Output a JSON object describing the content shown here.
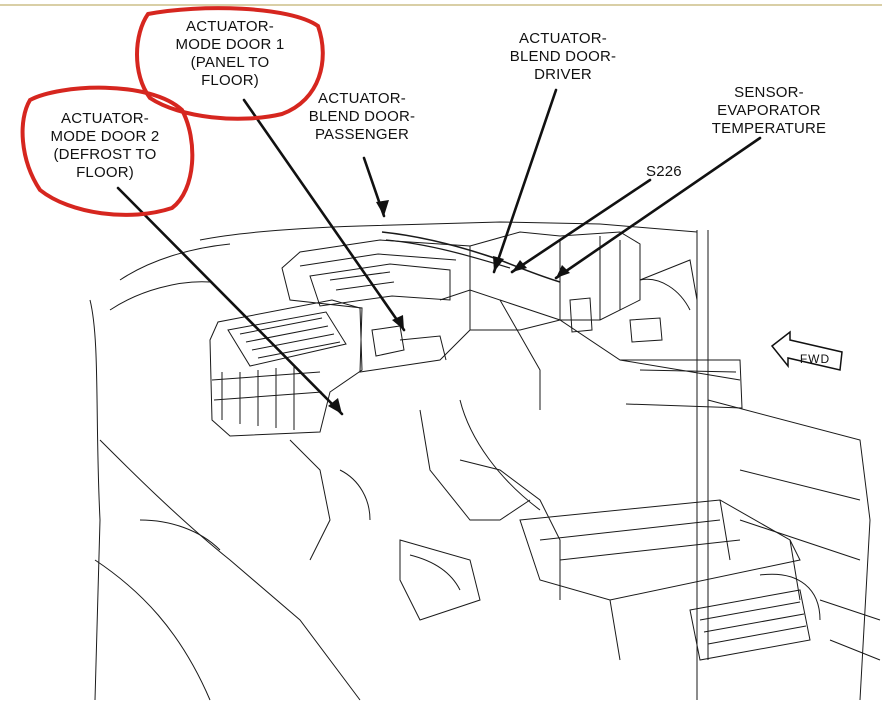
{
  "diagram": {
    "labels": {
      "mode_door_1": "ACTUATOR-\nMODE DOOR 1\n(PANEL TO\nFLOOR)",
      "mode_door_2": "ACTUATOR-\nMODE DOOR 2\n(DEFROST TO\nFLOOR)",
      "blend_passenger": "ACTUATOR-\nBLEND DOOR-\nPASSENGER",
      "blend_driver": "ACTUATOR-\nBLEND DOOR-\nDRIVER",
      "sensor_evap": "SENSOR-\nEVAPORATOR\nTEMPERATURE",
      "connector": "S226",
      "fwd": "FWD"
    },
    "highlight_color": "#d6261f",
    "line_color": "#111111"
  }
}
